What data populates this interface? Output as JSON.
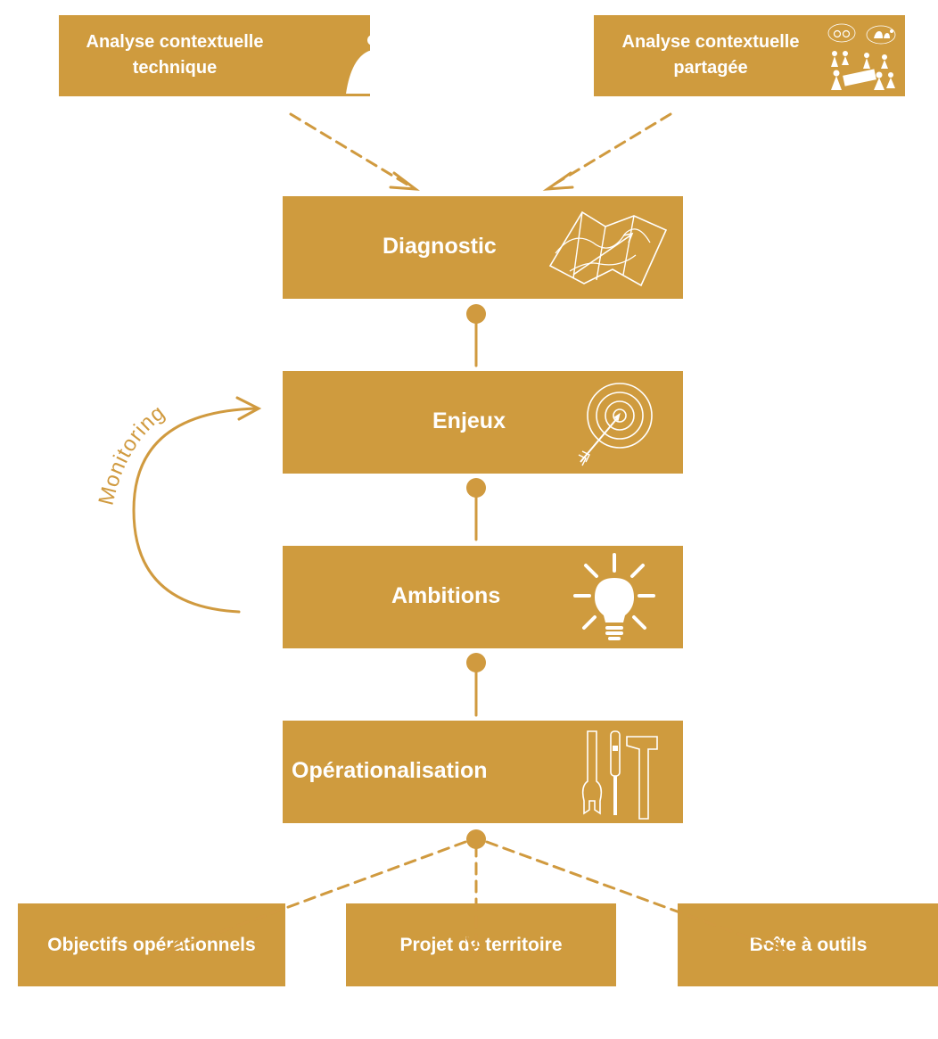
{
  "diagram": {
    "inputs": [
      {
        "label": "Analyse contextuelle technique",
        "icon": "person-at-computer-icon"
      },
      {
        "label": "Analyse contextuelle partagée",
        "icon": "group-participation-icon"
      }
    ],
    "steps": [
      {
        "label": "Diagnostic",
        "icon": "map-icon"
      },
      {
        "label": "Enjeux",
        "icon": "target-icon"
      },
      {
        "label": "Ambitions",
        "icon": "lightbulb-icon"
      },
      {
        "label": "Opérationalisation",
        "icon": "tools-icon"
      }
    ],
    "outputs": [
      {
        "label": "Objectifs opérationnels"
      },
      {
        "label": "Projet de territoire"
      },
      {
        "label": "Boîte à outils"
      }
    ],
    "loop_label": "Monitoring",
    "colors": {
      "box": "#cf9b3e",
      "line": "#d09a3f",
      "text": "#ffffff"
    }
  }
}
